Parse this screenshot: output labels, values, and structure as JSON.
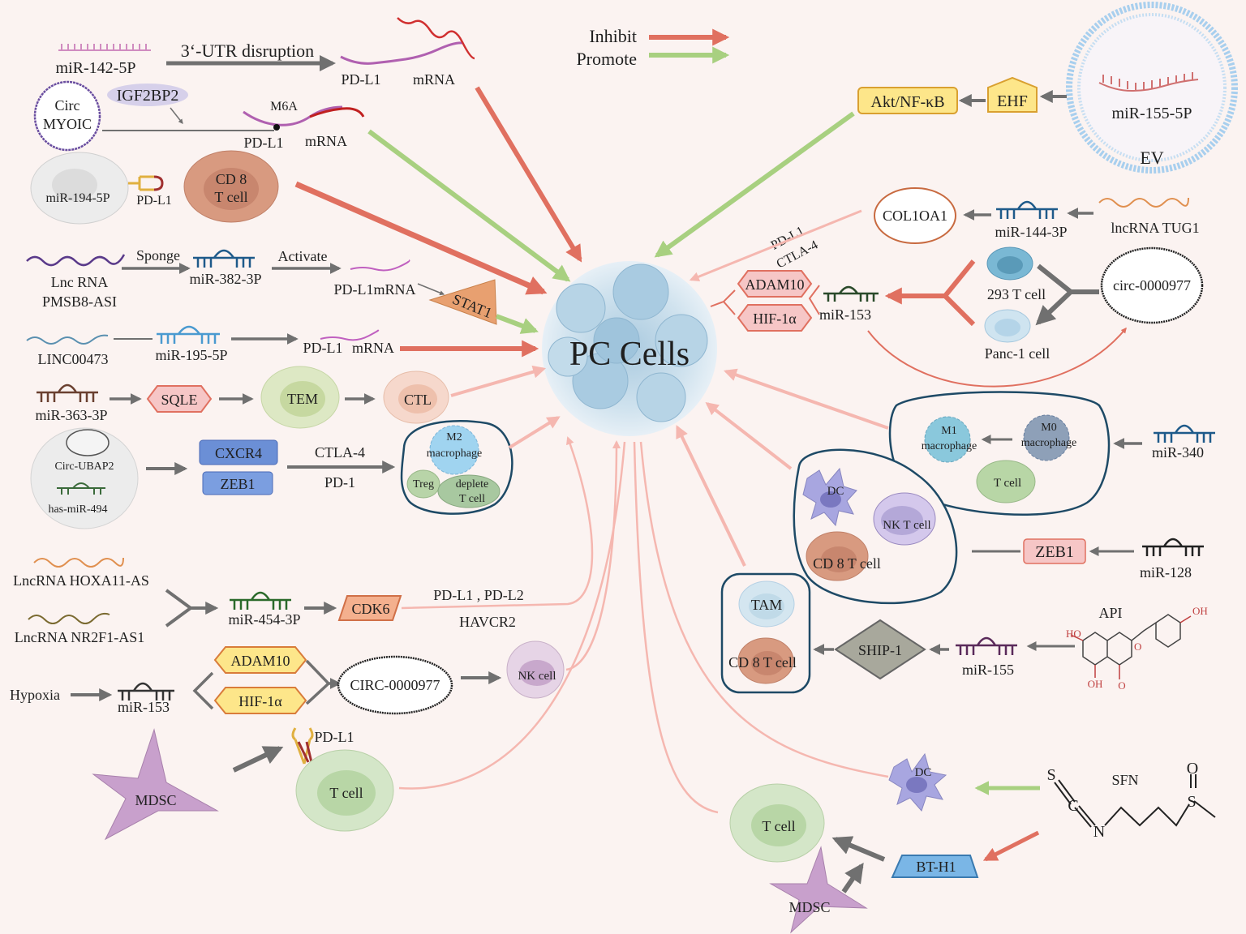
{
  "center": {
    "label": "PC Cells"
  },
  "legend": {
    "inhibit": "Inhibit",
    "promote": "Promote",
    "inhibit_color": "#e07060",
    "promote_color": "#a8d080"
  },
  "colors": {
    "background": "#fbf3f1",
    "inhibit": "#e07060",
    "promote": "#a8d080",
    "light_inhibit": "#f5b7b0",
    "gray_arrow": "#707070"
  },
  "left": {
    "mir142": "miR-142-5P",
    "utr": "3‘-UTR disruption",
    "pdl1_a": "PD-L1",
    "mrna_a": "mRNA",
    "circ_myoic_1": "Circ",
    "circ_myoic_2": "MYOIC",
    "igf2bp2": "IGF2BP2",
    "m6a": "M6A",
    "pdl1_b": "PD-L1",
    "mrna_b": "mRNA",
    "mir194": "miR-194-5P",
    "pdl1_c": "PD-L1",
    "cd8_1": "CD 8",
    "cd8_2": "T cell",
    "lnc_rna": "Lnc RNA",
    "pmsb8": "PMSB8-ASI",
    "sponge": "Sponge",
    "mir382": "miR-382-3P",
    "activate": "Activate",
    "pdl1mrna": "PD-L1mRNA",
    "stat1": "STAT1",
    "linc473": "LINC00473",
    "mir195": "miR-195-5P",
    "pdl1_d": "PD-L1",
    "mrna_d": "mRNA",
    "mir363": "miR-363-3P",
    "sqle": "SQLE",
    "tem": "TEM",
    "ctl": "CTL",
    "circ_ubap2": "Circ-UBAP2",
    "has_mir494": "has-miR-494",
    "cxcr4": "CXCR4",
    "zeb1": "ZEB1",
    "ctla4": "CTLA-4",
    "pd1": "PD-1",
    "m2_1": "M2",
    "m2_2": "macrophage",
    "treg": "Treg",
    "deplete_1": "deplete",
    "deplete_2": "T cell",
    "hoxa11": "LncRNA HOXA11-AS",
    "nr2f1": "LncRNA NR2F1-AS1",
    "mir454": "miR-454-3P",
    "cdk6": "CDK6",
    "pdl1_pdl2": "PD-L1 , PD-L2",
    "havcr2": "HAVCR2",
    "hypoxia": "Hypoxia",
    "mir153": "miR-153",
    "adam10": "ADAM10",
    "hif1a": "HIF-1α",
    "circ977": "CIRC-0000977",
    "nk_cell": "NK cell",
    "pdl1_e": "PD-L1",
    "t_cell": "T cell",
    "mdsc": "MDSC"
  },
  "right": {
    "ev_mir155": "miR-155-5P",
    "ev": "EV",
    "ehf": "EHF",
    "akt": "Akt/NF-κB",
    "col10a1": "COL1OA1",
    "mir144": "miR-144-3P",
    "tug1": "lncRNA TUG1",
    "pdl1": "PD-L1",
    "ctla4": "CTLA-4",
    "adam10": "ADAM10",
    "hif1a": "HIF-1α",
    "mir153": "miR-153",
    "t293": "293 T cell",
    "panc1": "Panc-1 cell",
    "circ977": "circ-0000977",
    "m1_1": "M1",
    "m1_2": "macrophage",
    "m0_1": "M0",
    "m0_2": "macrophage",
    "t_cell": "T cell",
    "mir340": "miR-340",
    "dc": "DC",
    "nkt": "NK T cell",
    "cd8t": "CD 8 T cell",
    "zeb1": "ZEB1",
    "mir128": "miR-128",
    "tam": "TAM",
    "cd8t_b": "CD 8 T cell",
    "ship1": "SHIP-1",
    "mir155": "miR-155",
    "api": "API",
    "dc_b": "DC",
    "sfn": "SFN",
    "t_cell_b": "T cell",
    "bth1": "BT-H1",
    "mdsc": "MDSC"
  },
  "sfn_atoms": {
    "s1": "S",
    "c": "C",
    "n": "N",
    "s2": "S",
    "o": "O"
  },
  "api_atoms": {
    "ho1": "HO",
    "oh1": "OH",
    "oh2": "OH",
    "o1": "O",
    "o2": "O"
  }
}
